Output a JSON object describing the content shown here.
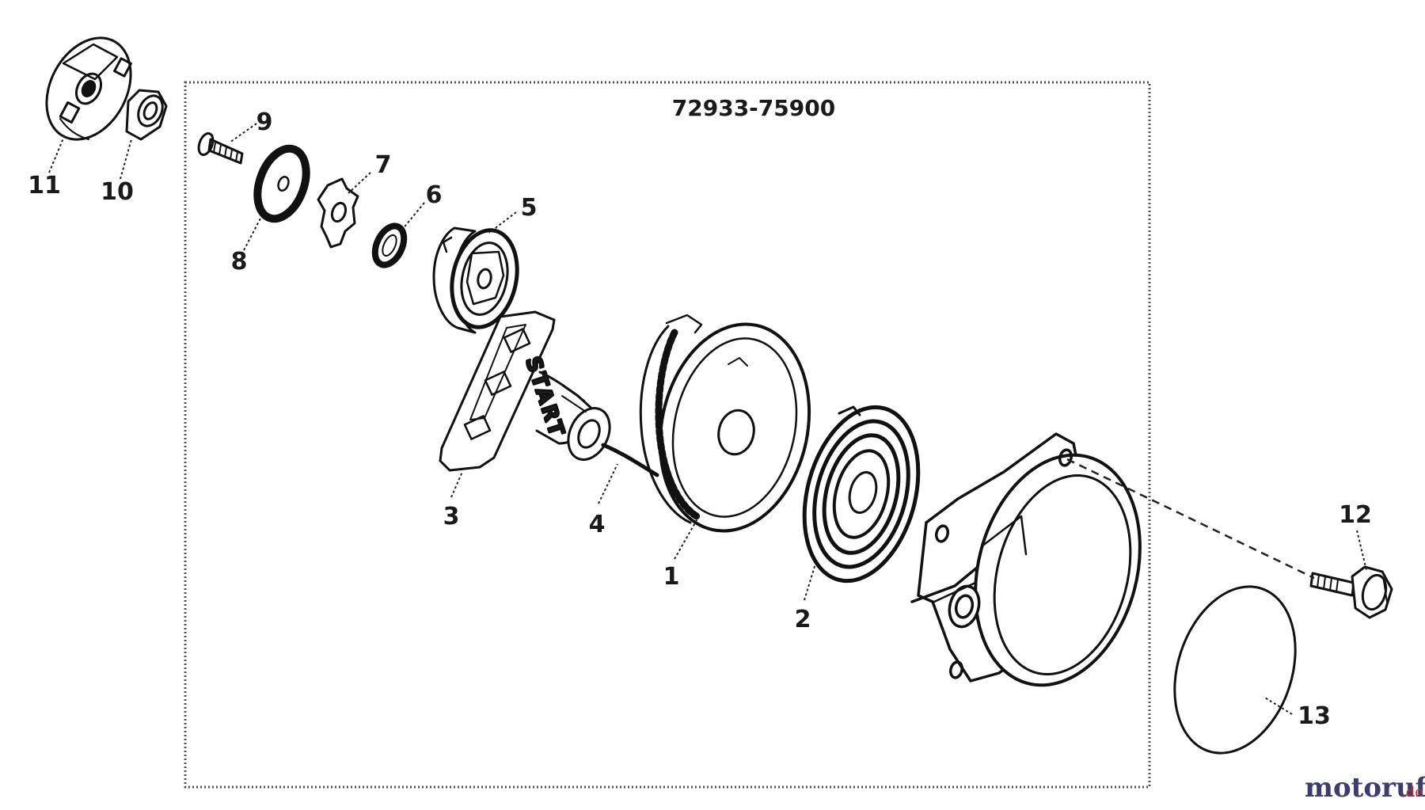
{
  "diagram": {
    "assembly_number": "72933-75900",
    "handle_text": "START",
    "watermark": {
      "brand": "motoruf",
      "tld": ".de"
    },
    "colors": {
      "ink": "#111111",
      "watermark_dark": "#3c3c6e",
      "watermark_red": "#c8321e"
    },
    "parts": [
      {
        "id": "p1",
        "number": "1"
      },
      {
        "id": "p2",
        "number": "2"
      },
      {
        "id": "p3",
        "number": "3"
      },
      {
        "id": "p4",
        "number": "4"
      },
      {
        "id": "p5",
        "number": "5"
      },
      {
        "id": "p6",
        "number": "6"
      },
      {
        "id": "p7",
        "number": "7"
      },
      {
        "id": "p8",
        "number": "8"
      },
      {
        "id": "p9",
        "number": "9"
      },
      {
        "id": "p10",
        "number": "10"
      },
      {
        "id": "p11",
        "number": "11"
      },
      {
        "id": "p12",
        "number": "12"
      },
      {
        "id": "p13",
        "number": "13"
      }
    ]
  }
}
